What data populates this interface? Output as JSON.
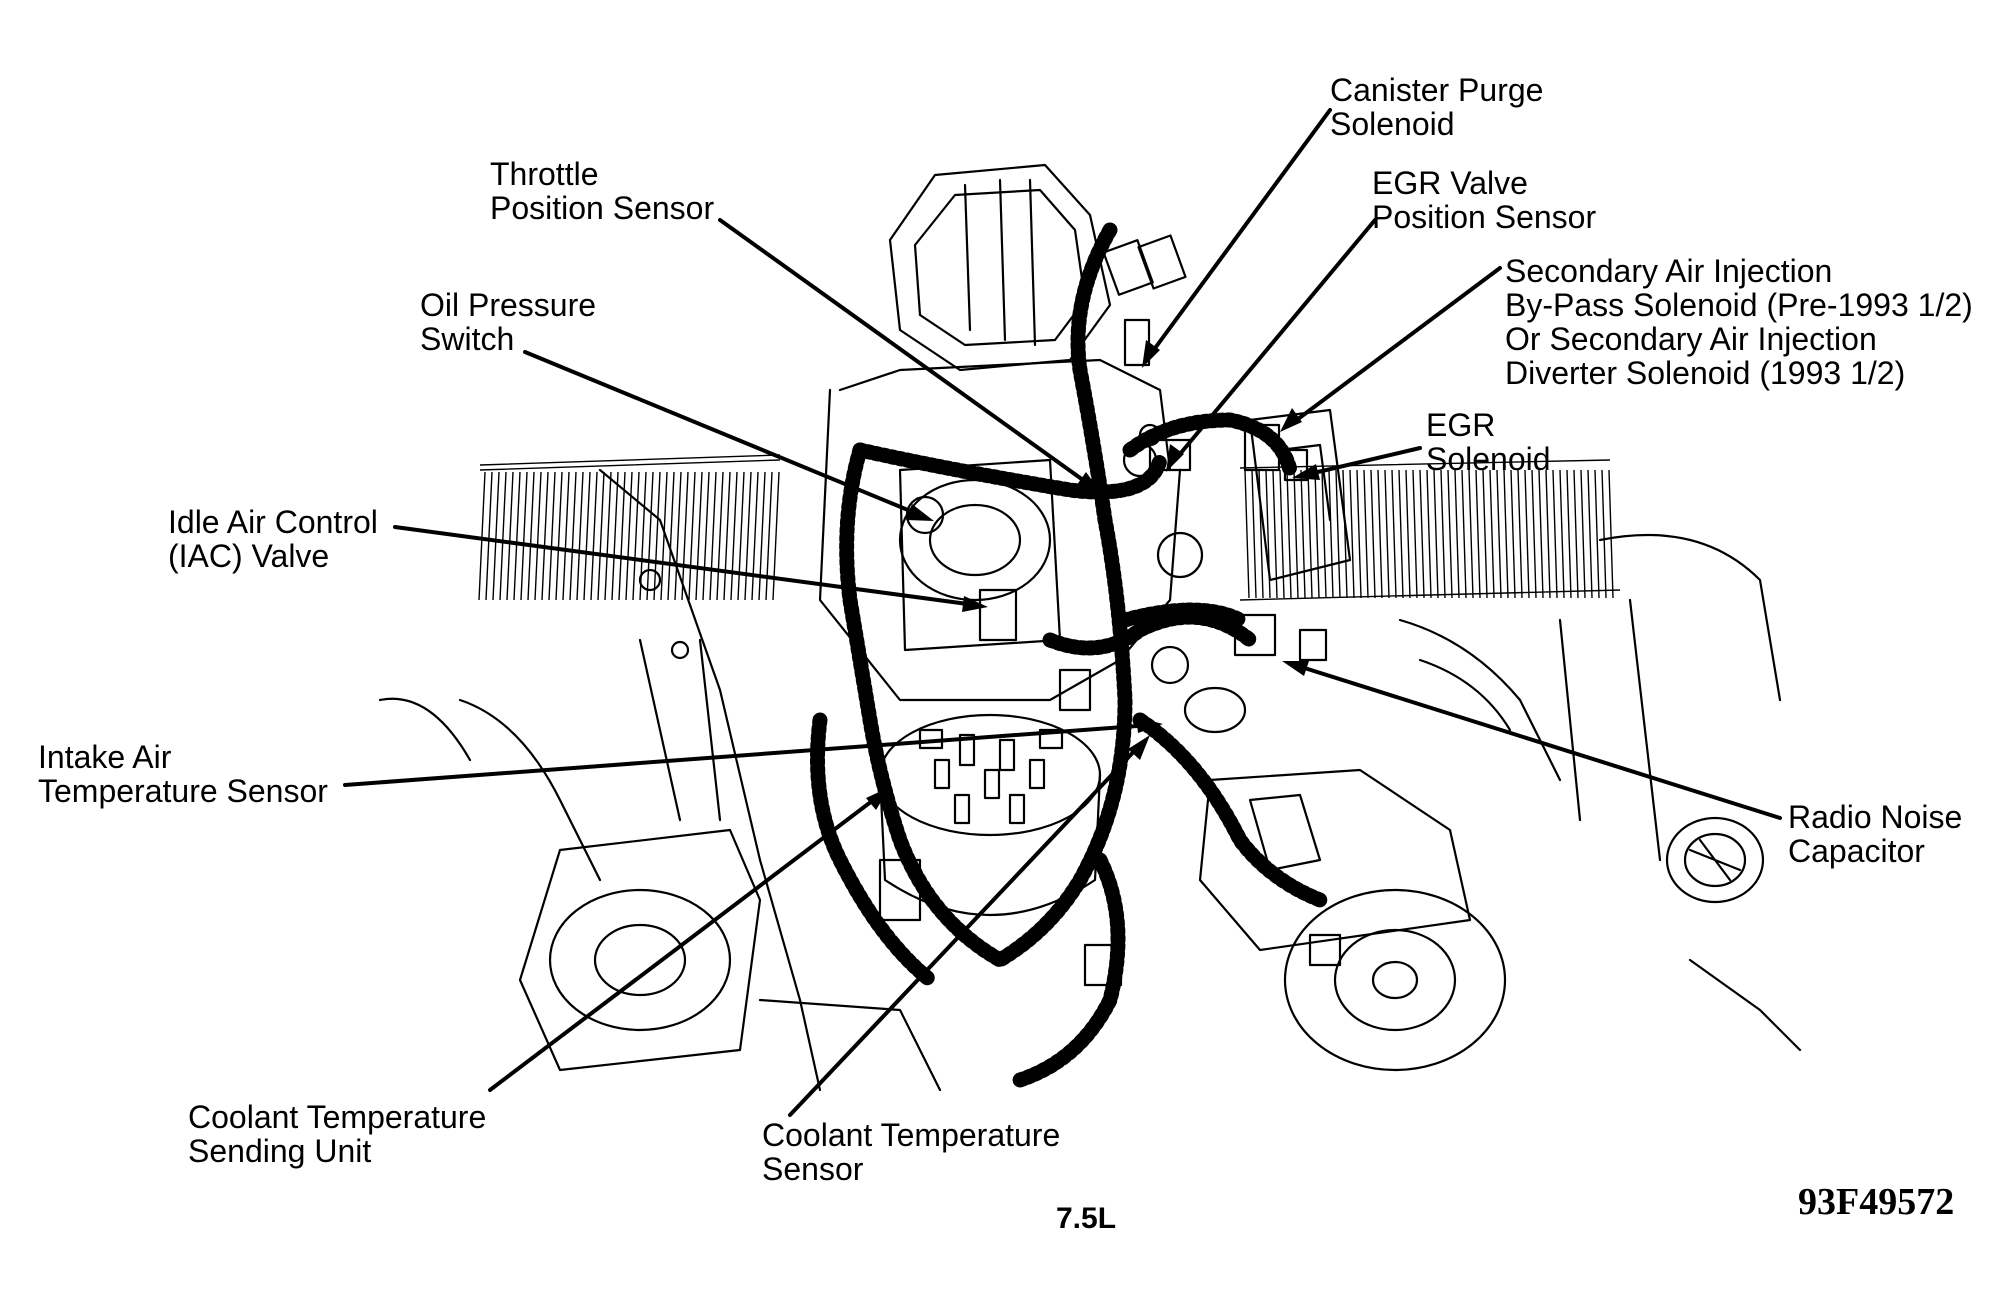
{
  "labels": {
    "canister_purge": [
      "Canister Purge",
      "Solenoid"
    ],
    "throttle_position": [
      "Throttle",
      "Position Sensor"
    ],
    "egr_valve_position": [
      "EGR Valve",
      "Position Sensor"
    ],
    "secondary_air": [
      "Secondary Air Injection",
      "By-Pass Solenoid (Pre-1993 1/2)",
      "Or Secondary Air Injection",
      "Diverter Solenoid (1993 1/2)"
    ],
    "oil_pressure": [
      "Oil Pressure",
      "Switch"
    ],
    "egr_solenoid": [
      "EGR",
      "Solenoid"
    ],
    "iac_valve": [
      "Idle Air Control",
      "(IAC) Valve"
    ],
    "intake_air_temp": [
      "Intake Air",
      "Temperature Sensor"
    ],
    "radio_noise": [
      "Radio Noise",
      "Capacitor"
    ],
    "coolant_sending": [
      "Coolant Temperature",
      "Sending Unit"
    ],
    "coolant_sensor": [
      "Coolant Temperature",
      "Sensor"
    ]
  },
  "caption": "7.5L",
  "figure_code": "93F49572"
}
